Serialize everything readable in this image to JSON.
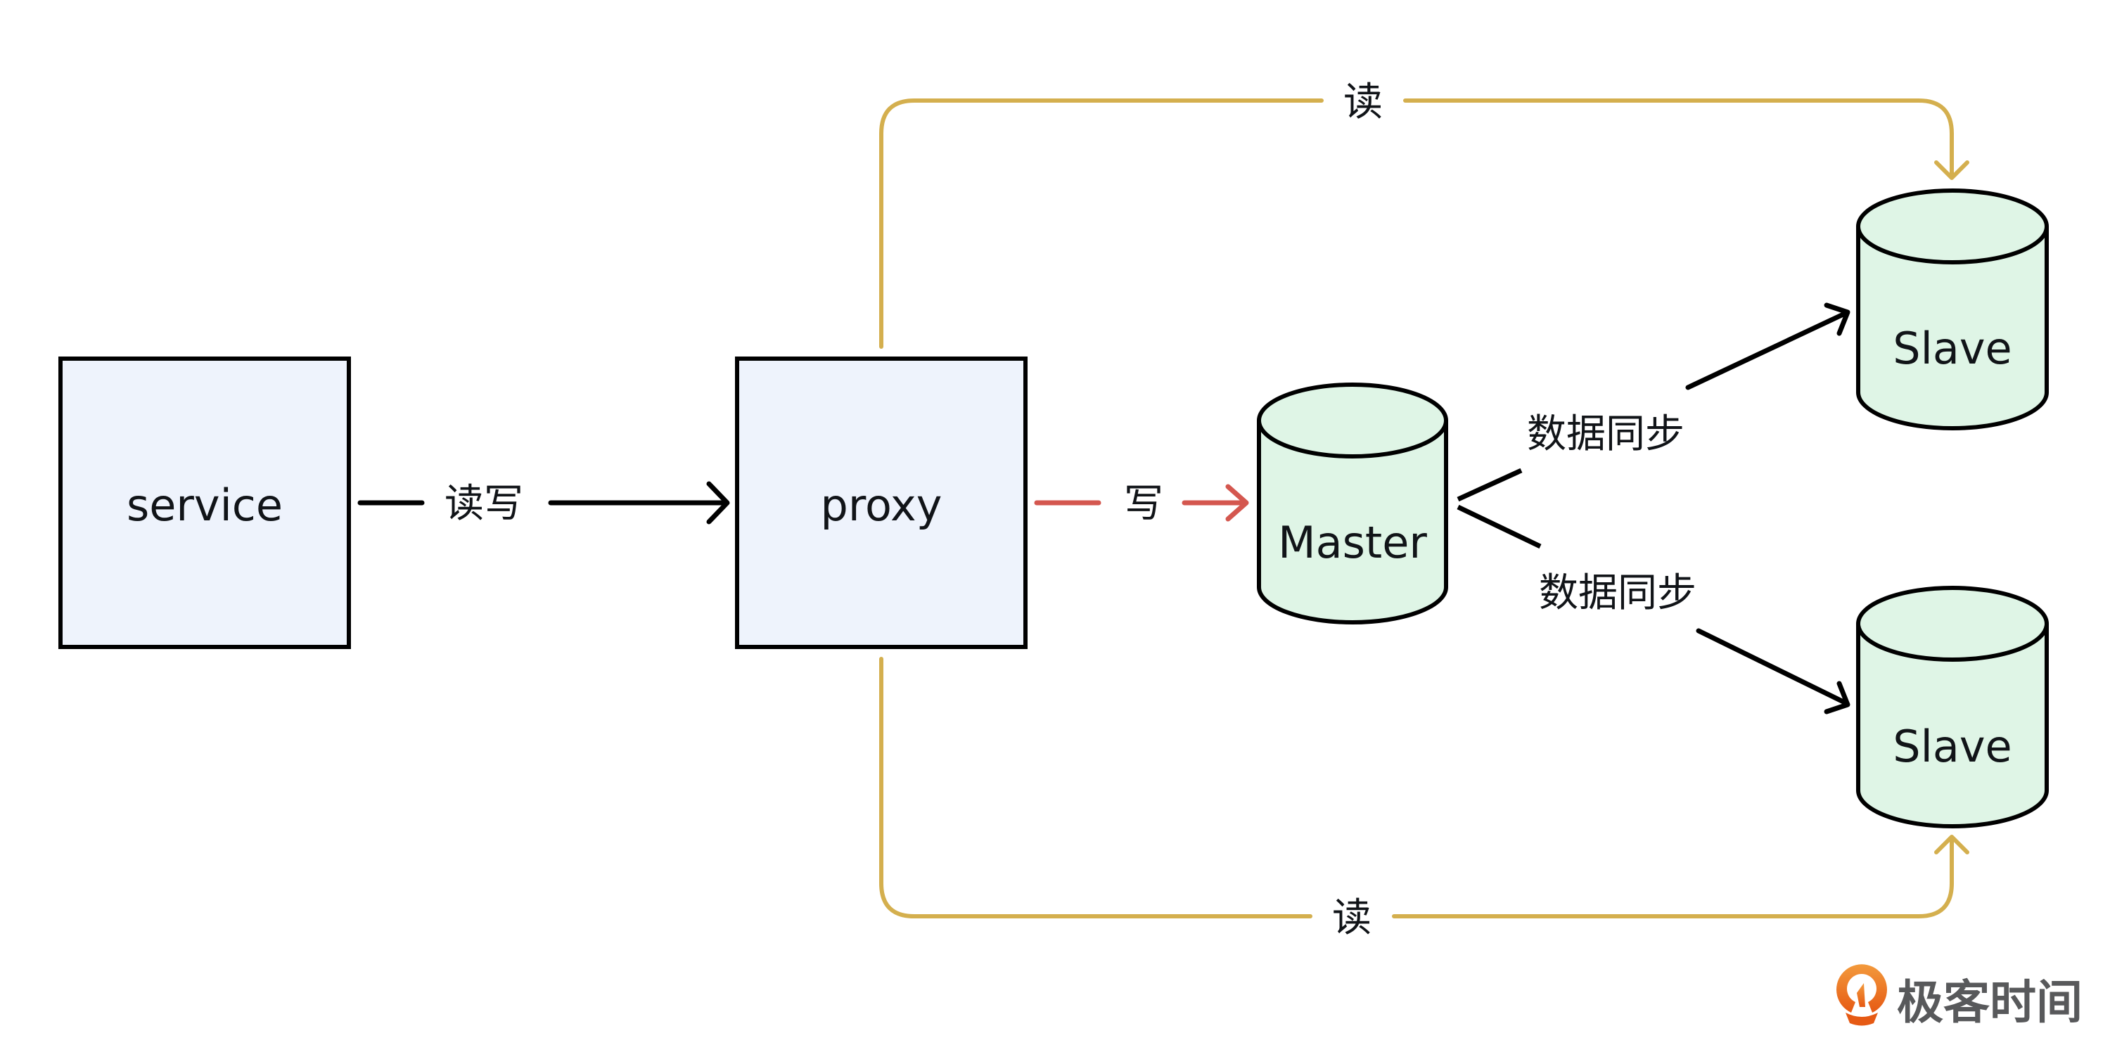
{
  "nodes": {
    "service": {
      "label": "service",
      "shape": "box"
    },
    "proxy": {
      "label": "proxy",
      "shape": "box"
    },
    "master": {
      "label": "Master",
      "shape": "cylinder"
    },
    "slave_top": {
      "label": "Slave",
      "shape": "cylinder"
    },
    "slave_bottom": {
      "label": "Slave",
      "shape": "cylinder"
    }
  },
  "edges": {
    "service_to_proxy": {
      "label": "读写",
      "from": "service",
      "to": "proxy"
    },
    "proxy_to_master": {
      "label": "写",
      "from": "proxy",
      "to": "master"
    },
    "proxy_to_slave_top": {
      "label": "读",
      "from": "proxy",
      "to": "slave_top"
    },
    "proxy_to_slave_bottom": {
      "label": "读",
      "from": "proxy",
      "to": "slave_bottom"
    },
    "master_to_slave_top": {
      "label": "数据同步",
      "from": "master",
      "to": "slave_top"
    },
    "master_to_slave_bottom": {
      "label": "数据同步",
      "from": "master",
      "to": "slave_bottom"
    }
  },
  "colors": {
    "box_fill": "#eef3fc",
    "db_fill": "#dff5e6",
    "stroke": "#000000",
    "write_edge": "#d4574f",
    "read_edge": "#d4af4e",
    "logo_orange": "#ec6c1f",
    "logo_text": "#58595b"
  },
  "logo": {
    "text": "极客时间",
    "icon": "geektime-logo-icon"
  }
}
